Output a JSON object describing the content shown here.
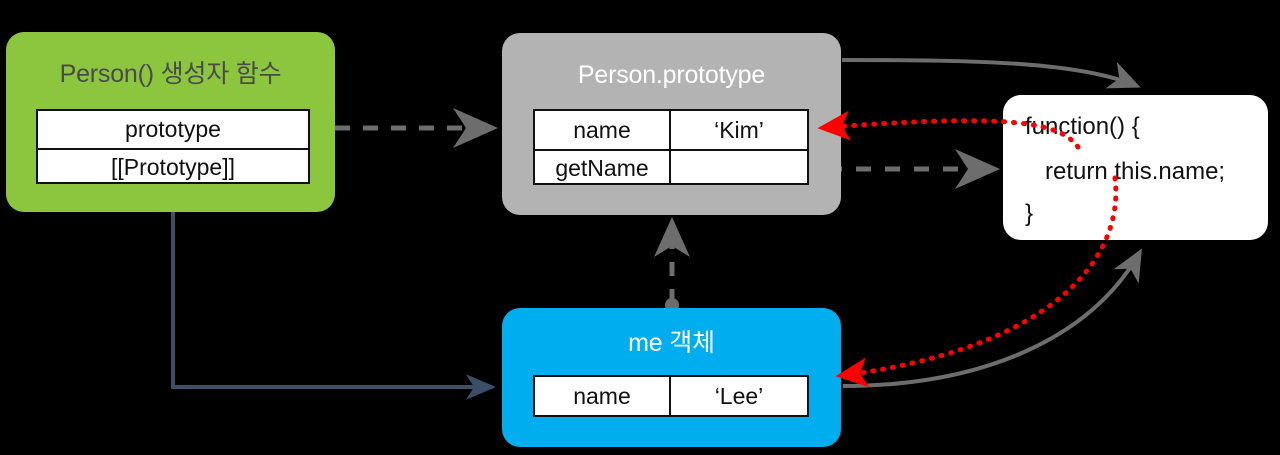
{
  "diagram": {
    "title": "JavaScript prototype relationship diagram",
    "colors": {
      "constructor_box": "#8cc63e",
      "prototype_box": "#b3b3b3",
      "instance_box": "#00aeef",
      "function_box": "#ffffff",
      "gray_arrow": "#6d6d6d",
      "red_arrow": "#ff0000",
      "navy_arrow": "#3b5068"
    }
  },
  "constructor_box": {
    "title": "Person() 생성자 함수",
    "rows": [
      {
        "label": "prototype"
      },
      {
        "label": "[[Prototype]]"
      }
    ]
  },
  "prototype_box": {
    "title": "Person.prototype",
    "rows": [
      {
        "key": "name",
        "value": "‘Kim’"
      },
      {
        "key": "getName",
        "value": ""
      }
    ]
  },
  "instance_box": {
    "title": "me 객체",
    "rows": [
      {
        "key": "name",
        "value": "‘Lee’"
      }
    ]
  },
  "function_box": {
    "lines": [
      "function() {",
      "return this.name;",
      "}"
    ]
  }
}
